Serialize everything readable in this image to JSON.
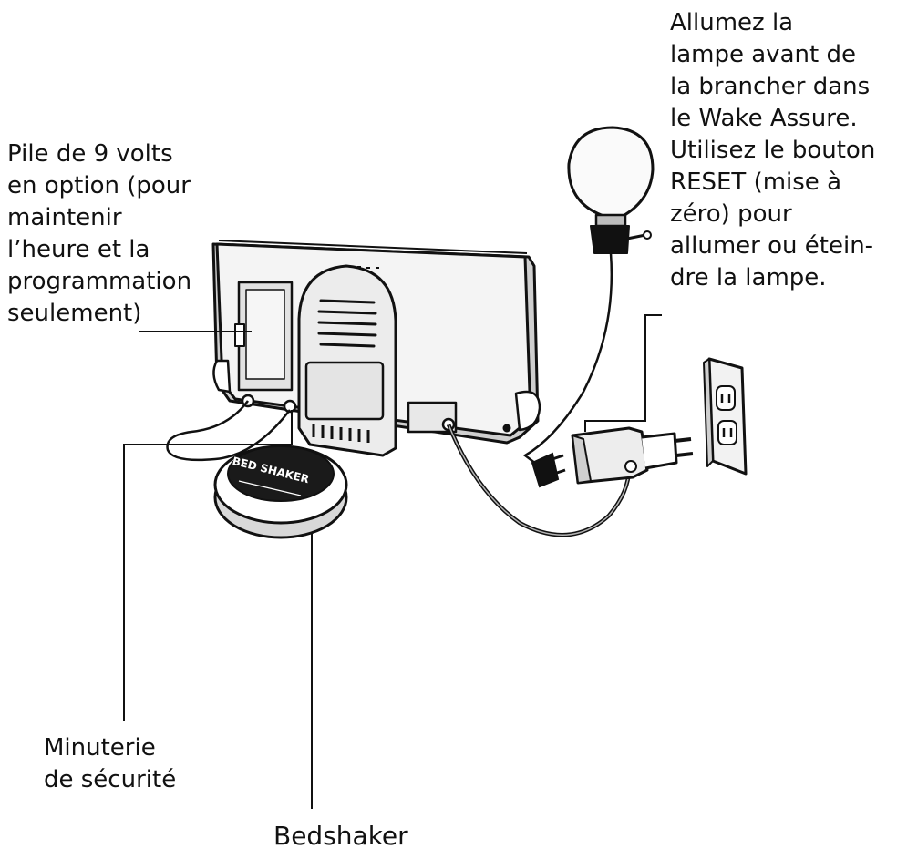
{
  "labels": {
    "lamp": [
      "Allumez la",
      "lampe avant de",
      "la brancher dans",
      "le Wake Assure.",
      "Utilisez le bouton",
      "RESET (mise à",
      "zéro) pour",
      "allumer ou étein-",
      "dre la lampe."
    ],
    "battery": [
      "Pile de 9 volts",
      "en option (pour",
      "maintenir",
      "l’heure et la",
      "programmation",
      "seulement)"
    ],
    "timer": [
      "Minuterie",
      "de sécurité"
    ],
    "bedshaker": "Bedshaker"
  },
  "device": {
    "bedshaker_logo": "BED SHAKER"
  },
  "colors": {
    "ink": "#111111",
    "paper": "#ffffff",
    "shade": "#dcdcdc",
    "cord": "#9a9a9a"
  }
}
